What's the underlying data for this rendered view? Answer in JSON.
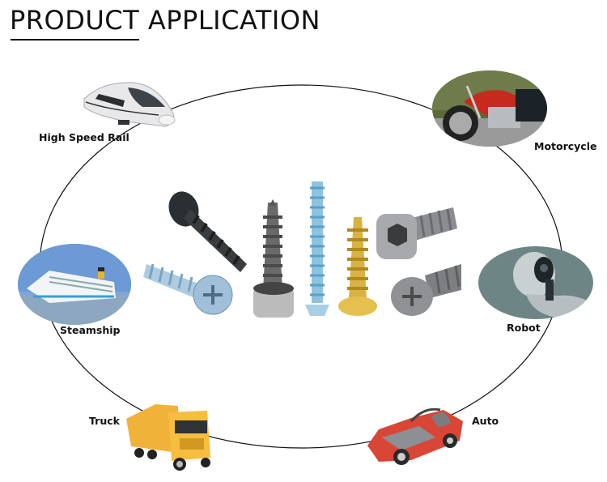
{
  "header": {
    "title": "PRODUCT APPLICATION"
  },
  "applications": [
    {
      "label": "High Speed Rail",
      "icon": "train-icon"
    },
    {
      "label": "Motorcycle",
      "icon": "motorcycle-icon"
    },
    {
      "label": "Steamship",
      "icon": "ship-icon"
    },
    {
      "label": "Robot",
      "icon": "robot-icon"
    },
    {
      "label": "Truck",
      "icon": "truck-icon"
    },
    {
      "label": "Auto",
      "icon": "car-icon"
    }
  ],
  "center": {
    "subject": "screws",
    "items": [
      "black pan head tapping screw",
      "blue zinc hex washer head screw",
      "grey flange self-tapping screw",
      "blue zinc flat head screw",
      "brass countersunk tapping screw",
      "steel socket head cap screw",
      "steel pan head phillips screw"
    ]
  },
  "colors": {
    "line": "#111111",
    "train": "#d9d9d9",
    "moto": "#c62a1f",
    "ship": "#5f93cf",
    "robot": "#6e8585",
    "truck": "#f3b335",
    "car": "#d94635"
  }
}
